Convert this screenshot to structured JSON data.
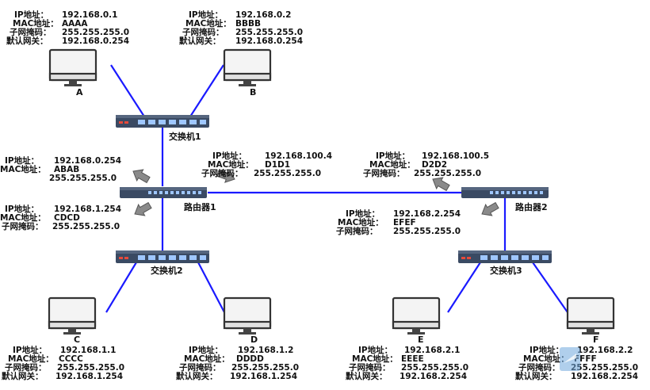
{
  "hosts": {
    "A": {
      "name": "A",
      "ip_label": "IP地址：",
      "ip": "192.168.0.1",
      "mac_label": "MAC地址：",
      "mac": "AAAA",
      "mask_label": "子网掩码：",
      "mask": "255.255.255.0",
      "gw_label": "默认网关：",
      "gw": "192.168.0.254"
    },
    "B": {
      "name": "B",
      "ip_label": "IP地址：",
      "ip": "192.168.0.2",
      "mac_label": "MAC地址：",
      "mac": "BBBB",
      "mask_label": "子网掩码：",
      "mask": "255.255.255.0",
      "gw_label": "默认网关：",
      "gw": "192.168.0.254"
    },
    "C": {
      "name": "C",
      "ip_label": "IP地址：",
      "ip": "192.168.1.1",
      "mac_label": "MAC地址：",
      "mac": "CCCC",
      "mask_label": "子网掩码：",
      "mask": "255.255.255.0",
      "gw_label": "默认网关：",
      "gw": "192.168.1.254"
    },
    "D": {
      "name": "D",
      "ip_label": "IP地址：",
      "ip": "192.168.1.2",
      "mac_label": "MAC地址：",
      "mac": "DDDD",
      "mask_label": "子网掩码：",
      "mask": "255.255.255.0",
      "gw_label": "默认网关：",
      "gw": "192.168.1.254"
    },
    "E": {
      "name": "E",
      "ip_label": "IP地址：",
      "ip": "192.168.2.1",
      "mac_label": "MAC地址：",
      "mac": "EEEE",
      "mask_label": "子网掩码：",
      "mask": "255.255.255.0",
      "gw_label": "默认网关：",
      "gw": "192.168.2.254"
    },
    "F": {
      "name": "F",
      "ip_label": "IP地址：",
      "ip": "192.168.2.2",
      "mac_label": "MAC地址：",
      "mac": "FFFF",
      "mask_label": "子网掩码：",
      "mask": "255.255.255.0",
      "gw_label": "默认网关：",
      "gw": "192.168.2.254"
    }
  },
  "switches": {
    "s1": "交换机1",
    "s2": "交换机2",
    "s3": "交换机3"
  },
  "routers": {
    "r1": "路由器1",
    "r2": "路由器2"
  },
  "interfaces": {
    "r1_up": {
      "ip_label": "IP地址：",
      "ip": "192.168.0.254",
      "mac_label": "MAC地址：",
      "mac": "ABAB",
      "mask": "255.255.255.0"
    },
    "r1_down": {
      "ip_label": "IP地址：",
      "ip": "192.168.1.254",
      "mac_label": "MAC地址：",
      "mac": "CDCD",
      "mask_label": "子网掩码：",
      "mask": "255.255.255.0"
    },
    "r1_wan": {
      "ip_label": "IP地址：",
      "ip": "192.168.100.4",
      "mac_label": "MAC地址：",
      "mac": "D1D1",
      "mask_label": "子网掩码：",
      "mask": "255.255.255.0"
    },
    "r2_wan": {
      "ip_label": "IP地址：",
      "ip": "192.168.100.5",
      "mac_label": "MAC地址：",
      "mac": "D2D2",
      "mask_label": "子网掩码：",
      "mask": "255.255.255.0"
    },
    "r2_down": {
      "ip_label": "IP地址：",
      "ip": "192.168.2.254",
      "mac_label": "MAC地址：",
      "mac": "EFEF",
      "mask_label": "子网掩码：",
      "mask": "255.255.255.0"
    }
  },
  "colors": {
    "link": "#1a1aff",
    "device": "#3a4a63",
    "port": "#7fb3ff"
  }
}
